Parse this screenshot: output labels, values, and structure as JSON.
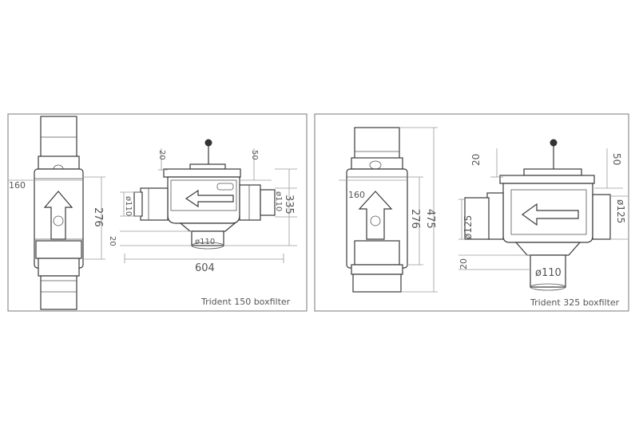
{
  "panels": [
    {
      "caption": "Trident 150 boxfilter",
      "dims": {
        "width_front": "160",
        "height_front": "276",
        "top_offset": "20",
        "right_offset": "50",
        "inlet_dia": "110",
        "outlet_dia": "110",
        "bottom_dia": "110",
        "bottom_offset": "20",
        "height_side": "335",
        "length": "604"
      }
    },
    {
      "caption": "Trident 325 boxfilter",
      "dims": {
        "width_front": "160",
        "height_front": "276",
        "height_total": "475",
        "top_offset": "20",
        "right_offset": "50",
        "inlet_dia": "125",
        "outlet_dia": "125",
        "bottom_dia": "110",
        "bottom_offset": "20"
      }
    }
  ]
}
